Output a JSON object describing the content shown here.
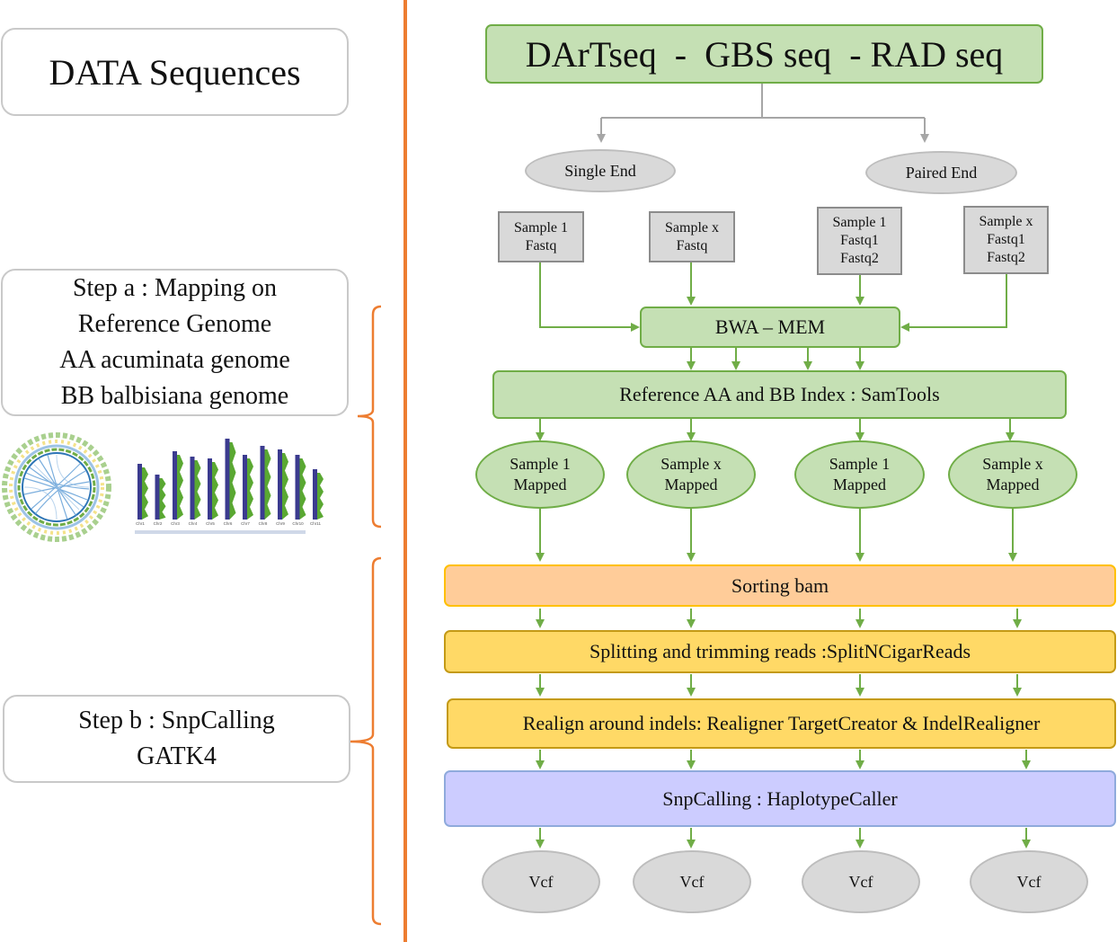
{
  "left_panel": {
    "data_sequences": "DATA Sequences",
    "step_a": "Step a : Mapping on\nReference Genome\nAA acuminata genome\nBB balbisiana genome",
    "step_b": "Step b : SnpCalling\nGATK4",
    "karyotype_labels": [
      "Chr1",
      "Chr2",
      "Chr3",
      "Chr4",
      "Chr5",
      "Chr6",
      "Chr7",
      "Chr8",
      "Chr9",
      "Chr10",
      "Chr11"
    ]
  },
  "pipeline": {
    "title": "DArTseq  -  GBS seq  - RAD seq",
    "single_end": "Single End",
    "paired_end": "Paired End",
    "sample_1_fastq": "Sample 1\nFastq",
    "sample_x_fastq": "Sample x\nFastq",
    "sample_1_fastq12": "Sample 1\nFastq1\nFastq2",
    "sample_x_fastq12": "Sample x\nFastq1\nFastq2",
    "bwa": "BWA – MEM",
    "reference_index": "Reference AA and BB Index : SamTools",
    "mapped": [
      "Sample 1\nMapped",
      "Sample x\nMapped",
      "Sample 1\nMapped",
      "Sample x\nMapped"
    ],
    "sorting": "Sorting bam",
    "splitting": "Splitting and trimming reads :SplitNCigarReads",
    "realign": "Realign around indels: Realigner TargetCreator & IndelRealigner",
    "snpcalling": "SnpCalling : HaplotypeCaller",
    "vcf": [
      "Vcf",
      "Vcf",
      "Vcf",
      "Vcf"
    ]
  },
  "colors": {
    "divider": "#ed7d31",
    "arrow_green": "#70ad47",
    "arrow_gray": "#a6a6a6",
    "box_green": "#c5e0b4",
    "box_orange": "#ffcc99",
    "box_gold": "#ffd966",
    "box_purple": "#ccccff"
  }
}
